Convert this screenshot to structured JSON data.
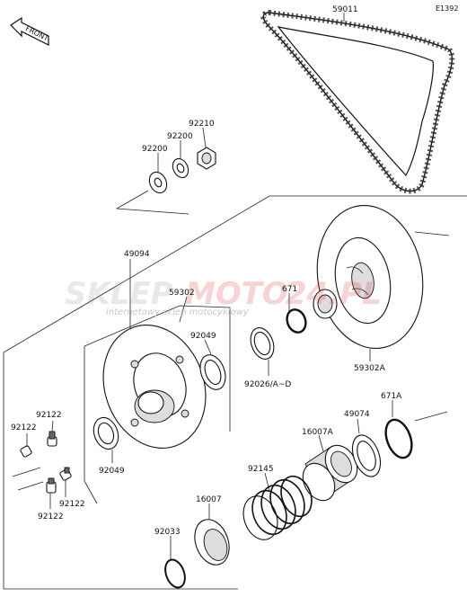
{
  "diagram": {
    "code": "E1392",
    "front_label": "FRONT",
    "watermark": {
      "brand_left": "SKLEP",
      "brand_right": "MOTO",
      "brand_suffix": "24.PL",
      "tagline": "internetowy sklep motocyklowy"
    },
    "colors": {
      "line": "#111111",
      "watermark_red": "#e23a3a",
      "watermark_gray": "#9a9a9a"
    },
    "parts": [
      {
        "id": "p-59011",
        "label": "59011"
      },
      {
        "id": "p-92210",
        "label": "92210"
      },
      {
        "id": "p-92200a",
        "label": "92200"
      },
      {
        "id": "p-92200b",
        "label": "92200"
      },
      {
        "id": "p-49094",
        "label": "49094"
      },
      {
        "id": "p-59302",
        "label": "59302"
      },
      {
        "id": "p-671",
        "label": "671"
      },
      {
        "id": "p-92049a",
        "label": "92049"
      },
      {
        "id": "p-92026",
        "label": "92026/A~D"
      },
      {
        "id": "p-59302a",
        "label": "59302A"
      },
      {
        "id": "p-671a",
        "label": "671A"
      },
      {
        "id": "p-49074",
        "label": "49074"
      },
      {
        "id": "p-16007a",
        "label": "16007A"
      },
      {
        "id": "p-92122a",
        "label": "92122"
      },
      {
        "id": "p-92122b",
        "label": "92122"
      },
      {
        "id": "p-92049b",
        "label": "92049"
      },
      {
        "id": "p-92145",
        "label": "92145"
      },
      {
        "id": "p-92122c",
        "label": "92122"
      },
      {
        "id": "p-92122d",
        "label": "92122"
      },
      {
        "id": "p-16007",
        "label": "16007"
      },
      {
        "id": "p-92033",
        "label": "92033"
      }
    ]
  }
}
